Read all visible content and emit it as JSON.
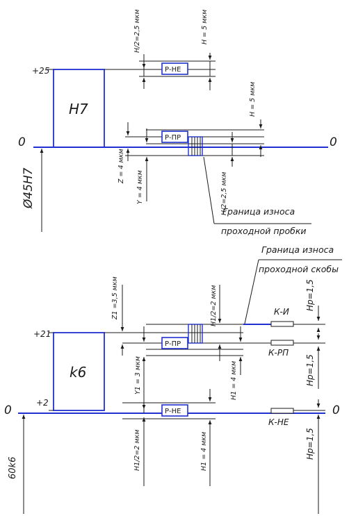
{
  "colors": {
    "line": "#1a1a1a",
    "accent": "#1f2fd0"
  },
  "hole": {
    "upper_dev": "+25",
    "zero": "0",
    "field": "H7",
    "basic": "Ø45H7",
    "gauge_ne": "Р-НЕ",
    "gauge_pr": "Р-ПР",
    "h_half_top": "H/2=2,5 мкм",
    "h_top": "H = 5 мкм",
    "h_right": "H = 5 мкм",
    "z": "Z = 4 мкм",
    "y": "Y = 4 мкм",
    "h_half_bottom": "H/2=2,5 мкм",
    "wear_line1": "Граница износа",
    "wear_line2": "проходной пробки"
  },
  "shaft": {
    "upper_dev": "+21",
    "lower_dev": "+2",
    "zero": "0",
    "field": "k6",
    "basic": "60k6",
    "gauge_pr": "Р-ПР",
    "gauge_ne": "Р-НЕ",
    "z1": "Z1 =3,5 мкм",
    "y1": "Y1 = 3 мкм",
    "h1_half_top": "H1/2=2 мкм",
    "h1_mid": "H1 = 4 мкм",
    "h1_half_bottom": "H1/2=2 мкм",
    "h1_bottom": "H1 = 4 мкм",
    "k_i": "К-И",
    "k_rp": "К-РП",
    "k_ne": "К-НЕ",
    "hp1": "Hp=1,5",
    "hp2": "Hp=1,5",
    "hp3": "Hp=1,5",
    "wear_line1": "Граница износа",
    "wear_line2": "проходной скобы"
  }
}
